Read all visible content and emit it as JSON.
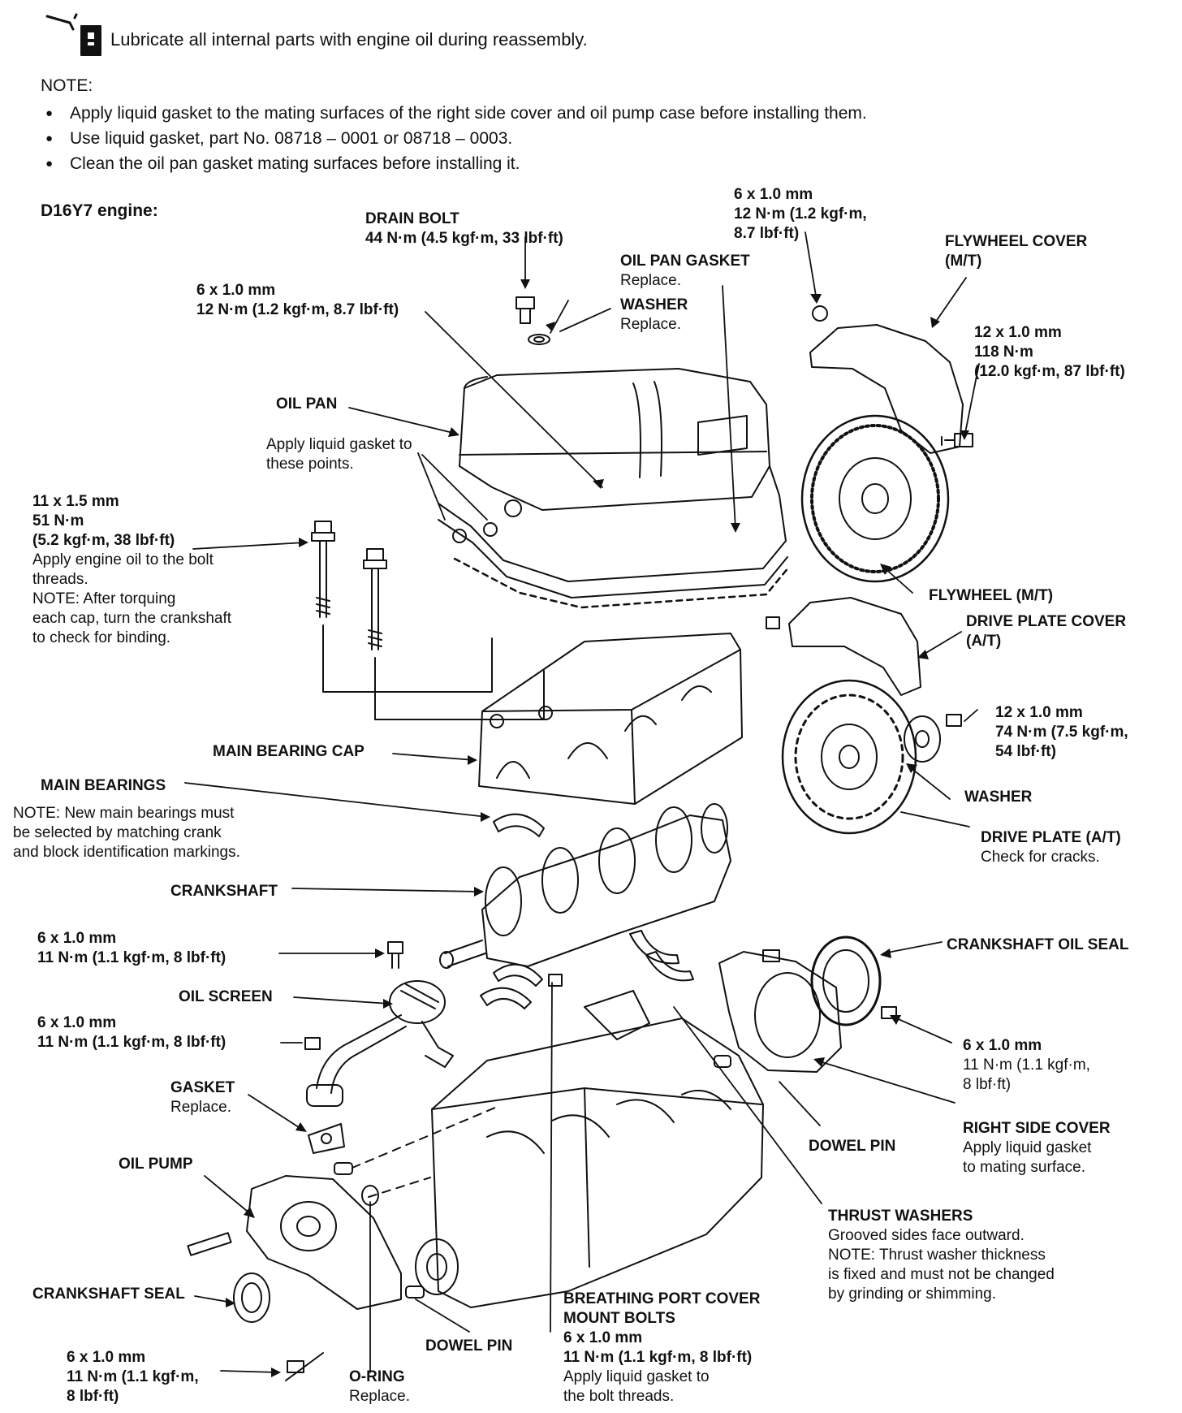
{
  "header": {
    "note": "Lubricate all internal parts with engine oil during reassembly."
  },
  "notes": {
    "title": "NOTE:",
    "items": [
      "Apply liquid gasket to the mating surfaces of the right side cover and oil pump case before installing them.",
      "Use liquid gasket, part No. 08718 – 0001 or 08718 – 0003.",
      "Clean the oil pan gasket mating surfaces before installing it."
    ]
  },
  "engine_label": "D16Y7 engine:",
  "labels": {
    "drain_bolt": {
      "title": "DRAIN BOLT",
      "spec": "44 N·m (4.5 kgf·m, 33 lbf·ft)"
    },
    "top_bolt": {
      "size": "6 x 1.0 mm",
      "torque1": "12 N·m (1.2 kgf·m,",
      "torque2": "8.7 lbf·ft)"
    },
    "flywheel_cover": {
      "title": "FLYWHEEL COVER",
      "sub": "(M/T)"
    },
    "oil_pan_gasket": {
      "title": "OIL PAN GASKET",
      "sub": "Replace."
    },
    "washer_top": {
      "title": "WASHER",
      "sub": "Replace."
    },
    "pan_bolt": {
      "size": "6 x 1.0 mm",
      "torque": "12 N·m (1.2 kgf·m, 8.7 lbf·ft)"
    },
    "flywheel_bolt": {
      "size": "12 x 1.0 mm",
      "torque1": "118 N·m",
      "torque2": "(12.0 kgf·m, 87 lbf·ft)"
    },
    "oil_pan": {
      "title": "OIL PAN"
    },
    "apply_gasket": {
      "line1": "Apply liquid gasket to",
      "line2": "these points."
    },
    "cap_bolt": {
      "size": "11 x 1.5 mm",
      "torque1": "51 N·m",
      "torque2": "(5.2 kgf·m, 38 lbf·ft)",
      "note1": "Apply engine oil to the bolt",
      "note2": "threads.",
      "note3": "NOTE:  After torquing",
      "note4": "each cap, turn the crankshaft",
      "note5": "to check for binding."
    },
    "flywheel": {
      "title": "FLYWHEEL (M/T)"
    },
    "drive_plate_cover": {
      "title": "DRIVE PLATE COVER",
      "sub": "(A/T)"
    },
    "drive_plate_bolt": {
      "size": "12 x 1.0 mm",
      "torque1": "74 N·m (7.5 kgf·m,",
      "torque2": "54 lbf·ft)"
    },
    "main_bearing_cap": {
      "title": "MAIN BEARING CAP"
    },
    "main_bearings": {
      "title": "MAIN BEARINGS",
      "note1": "NOTE:  New main bearings must",
      "note2": "be selected by matching crank",
      "note3": "and block identification markings."
    },
    "washer_mid": {
      "title": "WASHER"
    },
    "drive_plate": {
      "title": "DRIVE PLATE (A/T)",
      "sub": "Check for cracks."
    },
    "crankshaft": {
      "title": "CRANKSHAFT"
    },
    "screen_bolt": {
      "size": "6 x 1.0 mm",
      "torque": "11 N·m (1.1 kgf·m, 8 lbf·ft)"
    },
    "crankshaft_oil_seal": {
      "title": "CRANKSHAFT OIL SEAL"
    },
    "oil_screen": {
      "title": "OIL SCREEN"
    },
    "screen_nut": {
      "size": "6 x 1.0 mm",
      "torque": "11 N·m (1.1 kgf·m, 8 lbf·ft)"
    },
    "side_cover_bolt": {
      "size": "6 x 1.0 mm",
      "torque1": "11 N·m (1.1 kgf·m,",
      "torque2": "8 lbf·ft)"
    },
    "gasket": {
      "title": "GASKET",
      "sub": "Replace."
    },
    "right_side_cover": {
      "title": "RIGHT SIDE COVER",
      "sub1": "Apply liquid gasket",
      "sub2": "to mating surface."
    },
    "oil_pump": {
      "title": "OIL PUMP"
    },
    "dowel_pin_right": {
      "title": "DOWEL PIN"
    },
    "thrust_washers": {
      "title": "THRUST WASHERS",
      "l1": "Grooved sides face outward.",
      "l2": "NOTE: Thrust washer thickness",
      "l3": "is fixed and must not be changed",
      "l4": "by grinding or shimming."
    },
    "crankshaft_seal": {
      "title": "CRANKSHAFT SEAL"
    },
    "breathing_port": {
      "title1": "BREATHING PORT COVER",
      "title2": "MOUNT BOLTS",
      "size": "6 x 1.0 mm",
      "torque": "11 N·m (1.1 kgf·m, 8 lbf·ft)",
      "n1": "Apply liquid gasket to",
      "n2": "the bolt threads."
    },
    "dowel_pin_bottom": {
      "title": "DOWEL PIN"
    },
    "pump_bolt": {
      "size": "6 x 1.0 mm",
      "torque1": "11 N·m (1.1 kgf·m,",
      "torque2": "8 lbf·ft)"
    },
    "o_ring": {
      "title": "O-RING",
      "sub": "Replace."
    }
  }
}
